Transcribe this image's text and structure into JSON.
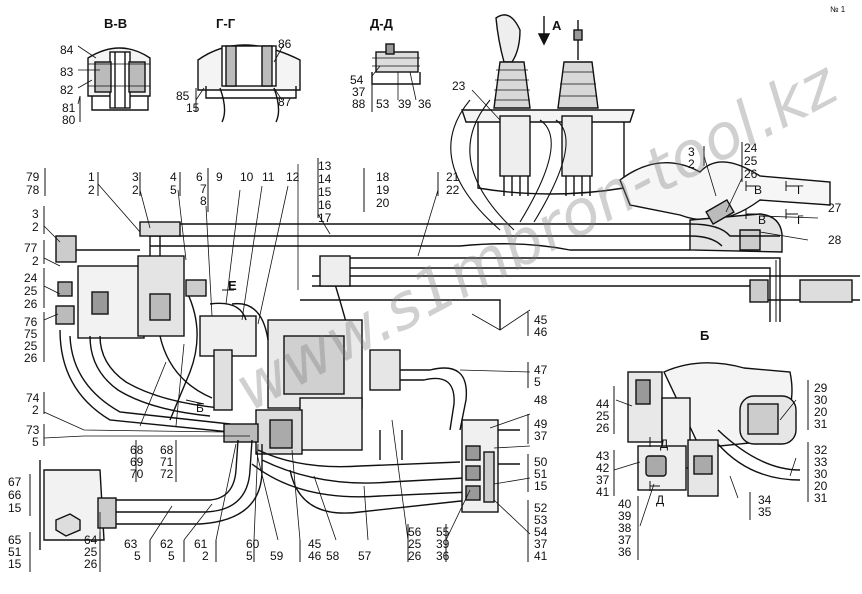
{
  "page_mark": "№ 1",
  "watermark": "www.s1mbron-tool.kz",
  "sections": [
    "В-В",
    "Г-Г",
    "Д-Д",
    "А",
    "Б",
    "Е"
  ],
  "section_marks": [
    "В",
    "Г",
    "В",
    "Г",
    "Д",
    "Д",
    "Б"
  ],
  "callouts": [
    "84",
    "83",
    "82",
    "81",
    "80",
    "86",
    "85",
    "15",
    "87",
    "54",
    "37",
    "88",
    "53",
    "39",
    "36",
    "23",
    "79",
    "78",
    "1",
    "2",
    "3",
    "2",
    "4",
    "5",
    "6",
    "7",
    "8",
    "9",
    "10",
    "11",
    "12",
    "13",
    "14",
    "15",
    "16",
    "17",
    "18",
    "19",
    "20",
    "21",
    "22",
    "3",
    "2",
    "77",
    "2",
    "24",
    "25",
    "26",
    "76",
    "75",
    "25",
    "26",
    "74",
    "2",
    "73",
    "5",
    "67",
    "66",
    "15",
    "65",
    "51",
    "15",
    "64",
    "25",
    "26",
    "63",
    "5",
    "62",
    "5",
    "61",
    "2",
    "60",
    "5",
    "59",
    "45",
    "46",
    "58",
    "57",
    "56",
    "25",
    "26",
    "55",
    "39",
    "36",
    "52",
    "53",
    "54",
    "37",
    "41",
    "68",
    "69",
    "70",
    "68",
    "71",
    "72",
    "45",
    "46",
    "47",
    "5",
    "48",
    "49",
    "37",
    "50",
    "51",
    "15",
    "3",
    "2",
    "24",
    "25",
    "26",
    "27",
    "28",
    "44",
    "25",
    "26",
    "43",
    "42",
    "37",
    "41",
    "40",
    "39",
    "38",
    "37",
    "36",
    "29",
    "30",
    "20",
    "31",
    "32",
    "33",
    "30",
    "20",
    "31",
    "34",
    "35"
  ]
}
